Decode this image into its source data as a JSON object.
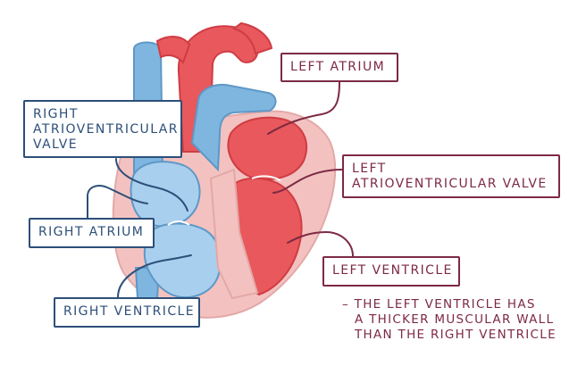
{
  "labels": {
    "left_atrium": "LEFT ATRIUM",
    "right_av_valve": [
      "RIGHT",
      "ATRIOVENTRICULAR",
      "VALVE"
    ],
    "left_av_valve": [
      "LEFT",
      "ATRIOVENTRICULAR VALVE"
    ],
    "right_atrium": "RIGHT ATRIUM",
    "left_ventricle": "LEFT VENTRICLE",
    "right_ventricle": "RIGHT VENTRICLE"
  },
  "note": [
    "– THE LEFT VENTRICLE HAS",
    "A THICKER MUSCULAR WALL",
    "THAN THE RIGHT VENTRICLE"
  ],
  "colors": {
    "oxygenated_red": "#e8585c",
    "deoxygenated_blue": "#7fb6e0",
    "wall_pink": "#f3c2c0",
    "blue_label": "#2d4f79",
    "red_label": "#7d2a44"
  }
}
